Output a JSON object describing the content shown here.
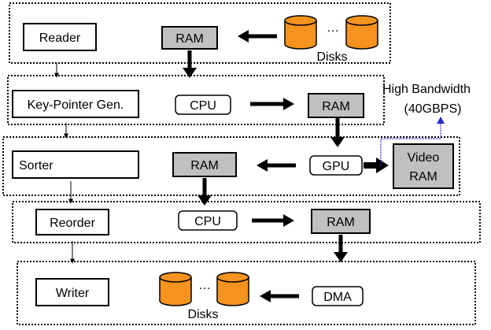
{
  "stages": [
    {
      "label": "Reader"
    },
    {
      "label": "Key-Pointer Gen."
    },
    {
      "label": "Sorter"
    },
    {
      "label": "Reorder"
    },
    {
      "label": "Writer"
    }
  ],
  "components": {
    "ram": "RAM",
    "cpu": "CPU",
    "gpu": "GPU",
    "video_ram_line1": "Video",
    "video_ram_line2": "RAM",
    "dma": "DMA",
    "disks": "Disks",
    "ellipsis": "…"
  },
  "annotation": {
    "line1": "High Bandwidth",
    "line2": "(40GBPS)"
  },
  "colors": {
    "ram_fill": "#c0c0c0",
    "disk_fill": "#f5931e",
    "bandwidth_link": "#2a2ad0"
  }
}
